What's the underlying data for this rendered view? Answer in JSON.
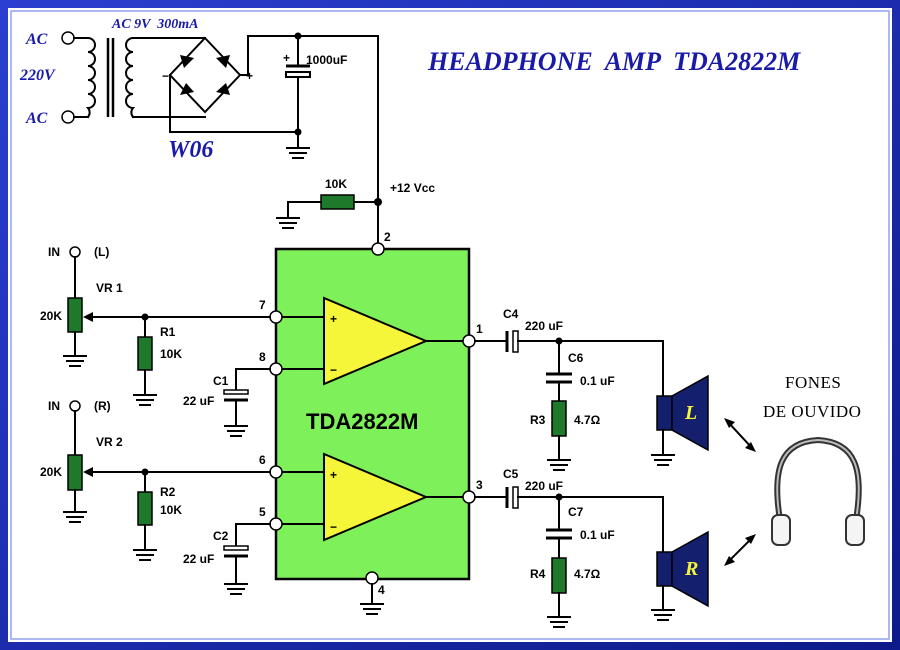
{
  "title": "HEADPHONE  AMP  TDA2822M",
  "power": {
    "ac_top": "AC",
    "ac_bottom": "AC",
    "mains": "220V",
    "secondary": "AC 9V  300mA",
    "bridge": "W06",
    "filter_cap": "1000uF",
    "vcc": "+12 Vcc",
    "led_resistor": "10K"
  },
  "ic": {
    "name": "TDA2822M",
    "pins": {
      "p1": "1",
      "p2": "2",
      "p3": "3",
      "p4": "4",
      "p5": "5",
      "p6": "6",
      "p7": "7",
      "p8": "8"
    },
    "plus": "+",
    "minus": "−"
  },
  "left_channel": {
    "input": "IN",
    "input_side": "(L)",
    "pot_name": "VR 1",
    "pot_value": "20K",
    "r_name": "R1",
    "r_value": "10K",
    "c_name": "C1",
    "c_value": "22 uF",
    "out_cap_name": "C4",
    "out_cap_value": "220 uF",
    "snub_cap_name": "C6",
    "snub_cap_value": "0.1 uF",
    "snub_r_name": "R3",
    "snub_r_value": "4.7Ω",
    "speaker": "L"
  },
  "right_channel": {
    "input": "IN",
    "input_side": "(R)",
    "pot_name": "VR 2",
    "pot_value": "20K",
    "r_name": "R2",
    "r_value": "10K",
    "c_name": "C2",
    "c_value": "22 uF",
    "out_cap_name": "C5",
    "out_cap_value": "220 uF",
    "snub_cap_name": "C7",
    "snub_cap_value": "0.1 uF",
    "snub_r_name": "R4",
    "snub_r_value": "4.7Ω",
    "speaker": "R"
  },
  "headphones": {
    "line1": "FONES",
    "line2": "DE OUVIDO"
  },
  "colors": {
    "frame": "#1b2db8",
    "ic_fill": "#7ef05a",
    "opamp_fill": "#f5f53a",
    "resistor": "#1e7a2a",
    "speaker": "#14206e",
    "title": "#1a1aa8"
  }
}
